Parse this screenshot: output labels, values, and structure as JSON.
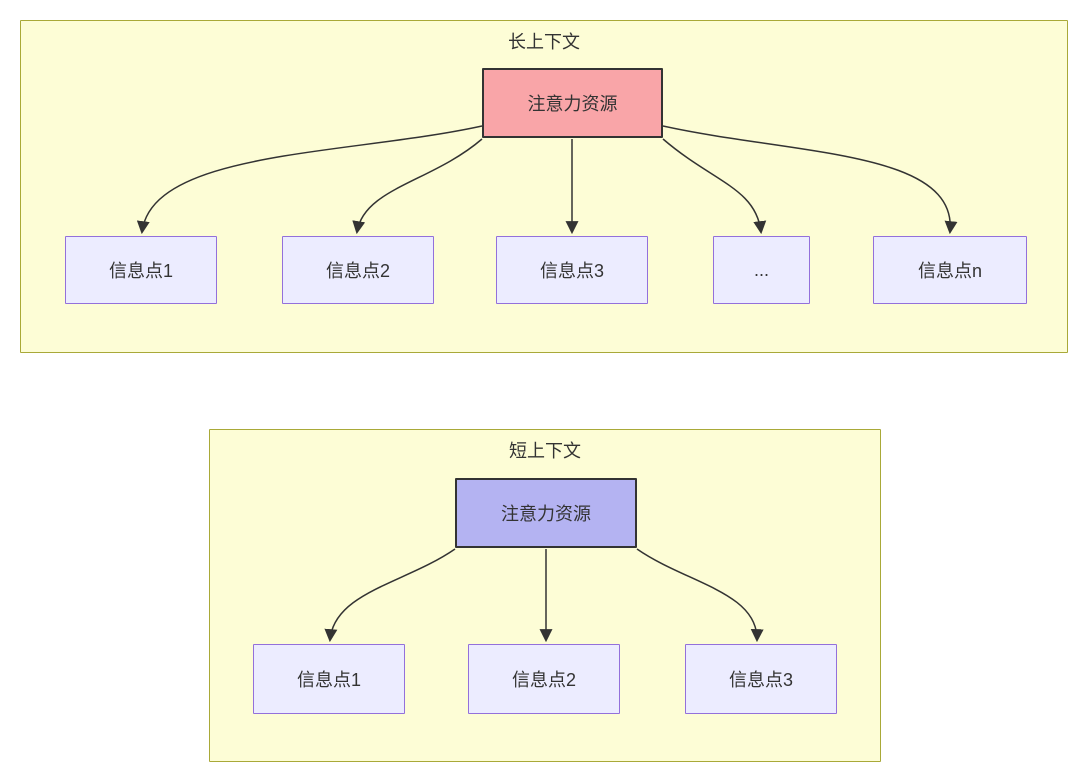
{
  "colors": {
    "canvas_bg": "#ffffff",
    "container_fill": "#fdfdd6",
    "container_border": "#a9a938",
    "node_fill": "#ececff",
    "node_border": "#9370db",
    "attention_long_fill": "#f9a5a8",
    "attention_short_fill": "#b4b3f2",
    "attention_border": "#333333",
    "arrow_color": "#333333",
    "text_color": "#333333"
  },
  "long_context": {
    "title": "长上下文",
    "attention_label": "注意力资源",
    "info_points": [
      {
        "label": "信息点1"
      },
      {
        "label": "信息点2"
      },
      {
        "label": "信息点3"
      },
      {
        "label": "..."
      },
      {
        "label": "信息点n"
      }
    ]
  },
  "short_context": {
    "title": "短上下文",
    "attention_label": "注意力资源",
    "info_points": [
      {
        "label": "信息点1"
      },
      {
        "label": "信息点2"
      },
      {
        "label": "信息点3"
      }
    ]
  }
}
